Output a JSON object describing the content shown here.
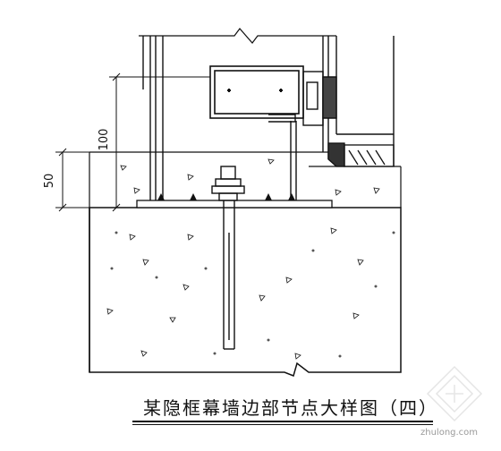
{
  "drawing": {
    "title": "某隐框幕墙边部节点大样图（四）",
    "dimensions": [
      {
        "label": "100"
      },
      {
        "label": "50"
      }
    ],
    "watermark": "zhulong.com"
  }
}
